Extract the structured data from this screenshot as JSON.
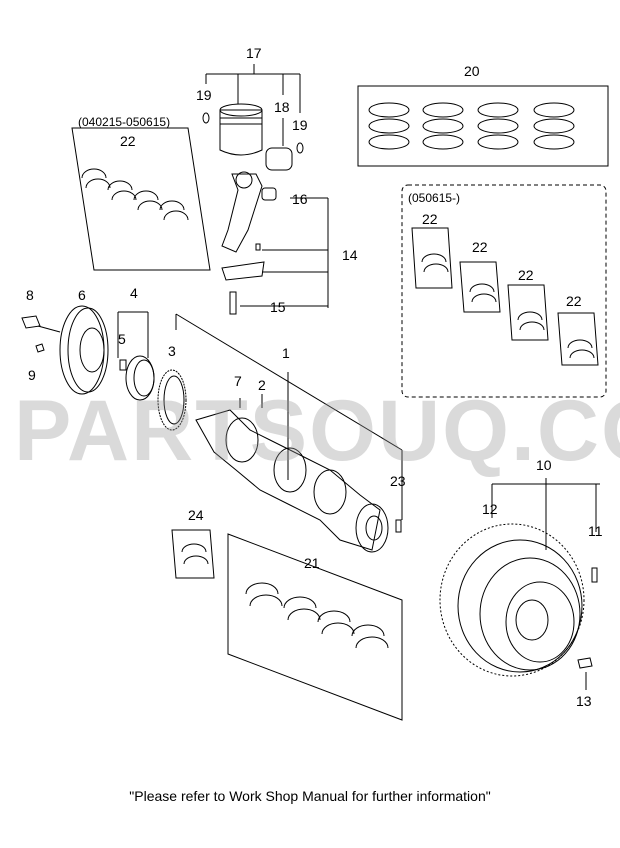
{
  "diagram": {
    "part_labels": {
      "p1": "1",
      "p2": "2",
      "p3": "3",
      "p4": "4",
      "p5": "5",
      "p6": "6",
      "p7": "7",
      "p8": "8",
      "p9": "9",
      "p10": "10",
      "p11": "11",
      "p12": "12",
      "p13": "13",
      "p14": "14",
      "p15": "15",
      "p16": "16",
      "p17": "17",
      "p18": "18",
      "p19a": "19",
      "p19b": "19",
      "p20": "20",
      "p21": "21",
      "p22a": "22",
      "p22b": "22",
      "p22c": "22",
      "p22d": "22",
      "p22e": "22",
      "p23": "23",
      "p24": "24"
    },
    "date_ranges": {
      "early": "(040215-050615)",
      "late": "(050615-)"
    },
    "watermark": "PARTSOUQ.COM",
    "footnote": "\"Please refer to Work Shop Manual for further information\""
  }
}
